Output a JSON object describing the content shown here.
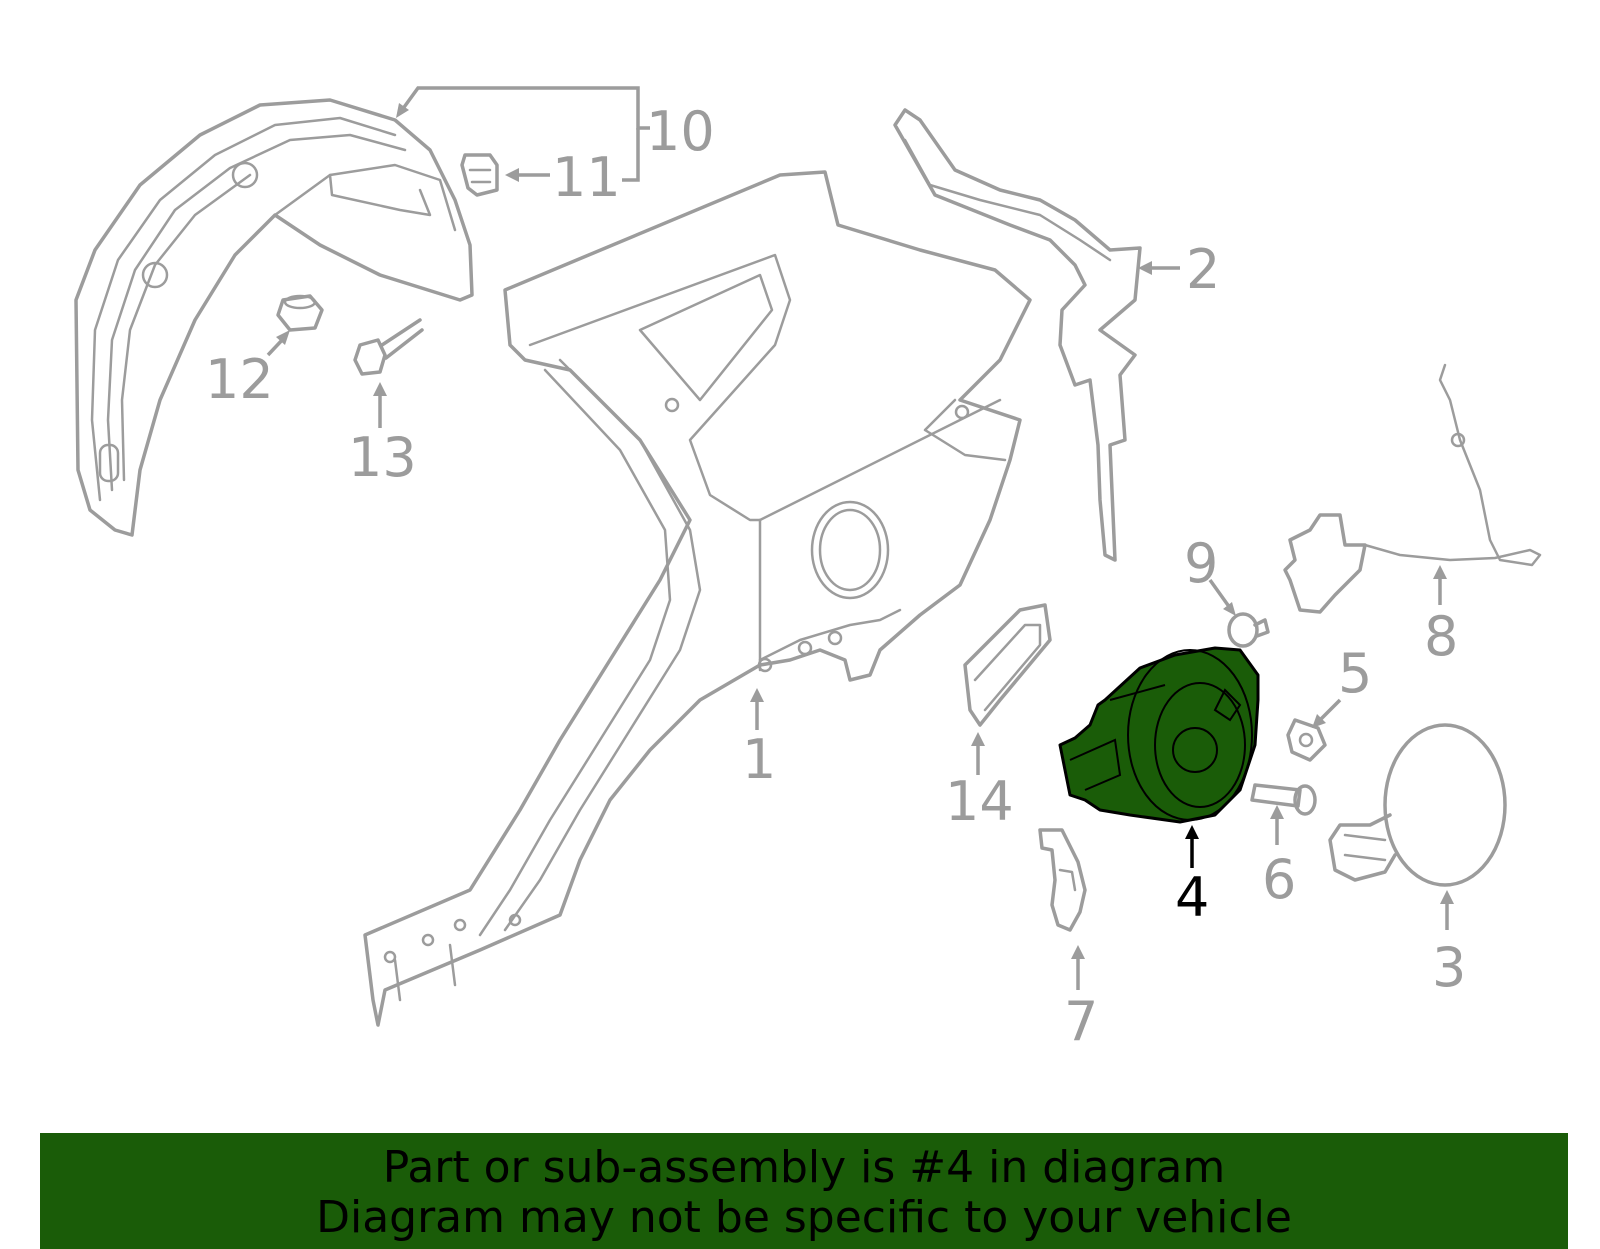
{
  "diagram": {
    "callouts": [
      {
        "id": "1",
        "text": "1"
      },
      {
        "id": "2",
        "text": "2"
      },
      {
        "id": "3",
        "text": "3"
      },
      {
        "id": "4",
        "text": "4",
        "highlighted": true
      },
      {
        "id": "5",
        "text": "5"
      },
      {
        "id": "6",
        "text": "6"
      },
      {
        "id": "7",
        "text": "7"
      },
      {
        "id": "8",
        "text": "8"
      },
      {
        "id": "9",
        "text": "9"
      },
      {
        "id": "10",
        "text": "10"
      },
      {
        "id": "11",
        "text": "11"
      },
      {
        "id": "12",
        "text": "12"
      },
      {
        "id": "13",
        "text": "13"
      },
      {
        "id": "14",
        "text": "14"
      }
    ],
    "highlight_color": "#1a5c08",
    "part_color": "#9c9c9c"
  },
  "banner": {
    "line1": "Part or sub-assembly is #4 in diagram",
    "line2": "Diagram may not be specific to your vehicle",
    "background": "#1a5c08"
  }
}
